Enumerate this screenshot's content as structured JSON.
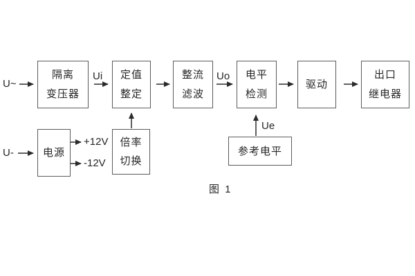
{
  "figure": {
    "caption": "图 1",
    "colors": {
      "background": "#ffffff",
      "line": "#2b2b2b",
      "box_border": "#5a5a5a",
      "text": "#262626"
    },
    "boxes": [
      {
        "id": "isolation-transformer",
        "lines": [
          "隔离",
          "变压器"
        ]
      },
      {
        "id": "value-setting",
        "lines": [
          "定值",
          "整定"
        ]
      },
      {
        "id": "rectifier-filter",
        "lines": [
          "整流",
          "滤波"
        ]
      },
      {
        "id": "level-detection",
        "lines": [
          "电平",
          "检测"
        ]
      },
      {
        "id": "drive",
        "lines": [
          "驱动"
        ]
      },
      {
        "id": "output-relay",
        "lines": [
          "出口",
          "继电器"
        ]
      },
      {
        "id": "power-supply",
        "lines": [
          "电源"
        ]
      },
      {
        "id": "ratio-switch",
        "lines": [
          "倍率",
          "切换"
        ]
      },
      {
        "id": "reference-level",
        "lines": [
          "参考电平"
        ]
      }
    ],
    "labels": {
      "ac_input": "U~",
      "dc_input": "U-",
      "ui": "Ui",
      "uo": "Uo",
      "ue": "Ue",
      "rail_pos": "+12V",
      "rail_neg": "-12V"
    }
  }
}
